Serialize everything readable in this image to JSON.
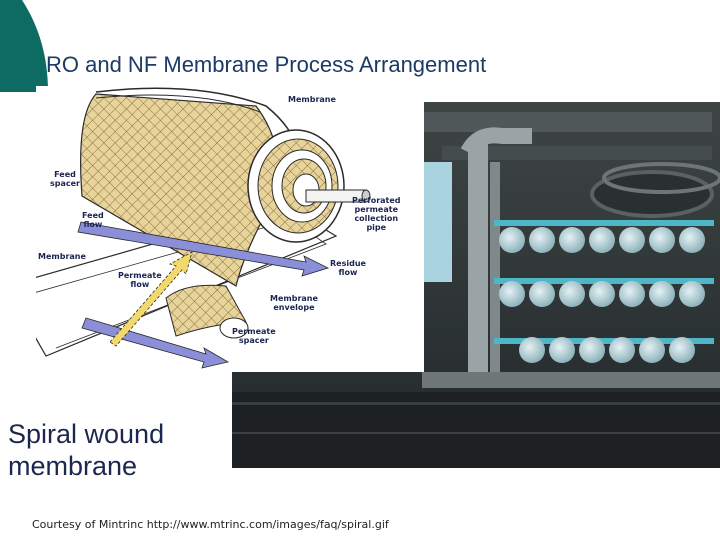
{
  "slide": {
    "title": "RO and NF Membrane Process Arrangement",
    "caption_line1": "Spiral wound",
    "caption_line2": "membrane",
    "credit": "Courtesy of Mintrinc http://www.mtrinc.com/images/faq/spiral.gif"
  },
  "diagram": {
    "labels": {
      "membrane_top": "Membrane",
      "feed_spacer": "Feed\nspacer",
      "feed_flow": "Feed\nflow",
      "perforated_pipe": "Perforated\npermeate\ncollection\npipe",
      "membrane_left": "Membrane",
      "residue_flow": "Residue\nflow",
      "permeate_flow": "Permeate\nflow",
      "membrane_envelope": "Membrane\nenvelope",
      "permeate_spacer": "Permeate\nspacer"
    }
  },
  "colors": {
    "accent_teal": "#0e6b63",
    "title_blue": "#1c3a66",
    "membrane_tan": "#e8d49a",
    "arrow_blue": "#8a8fd8",
    "arrow_yellow": "#f2d96b"
  }
}
